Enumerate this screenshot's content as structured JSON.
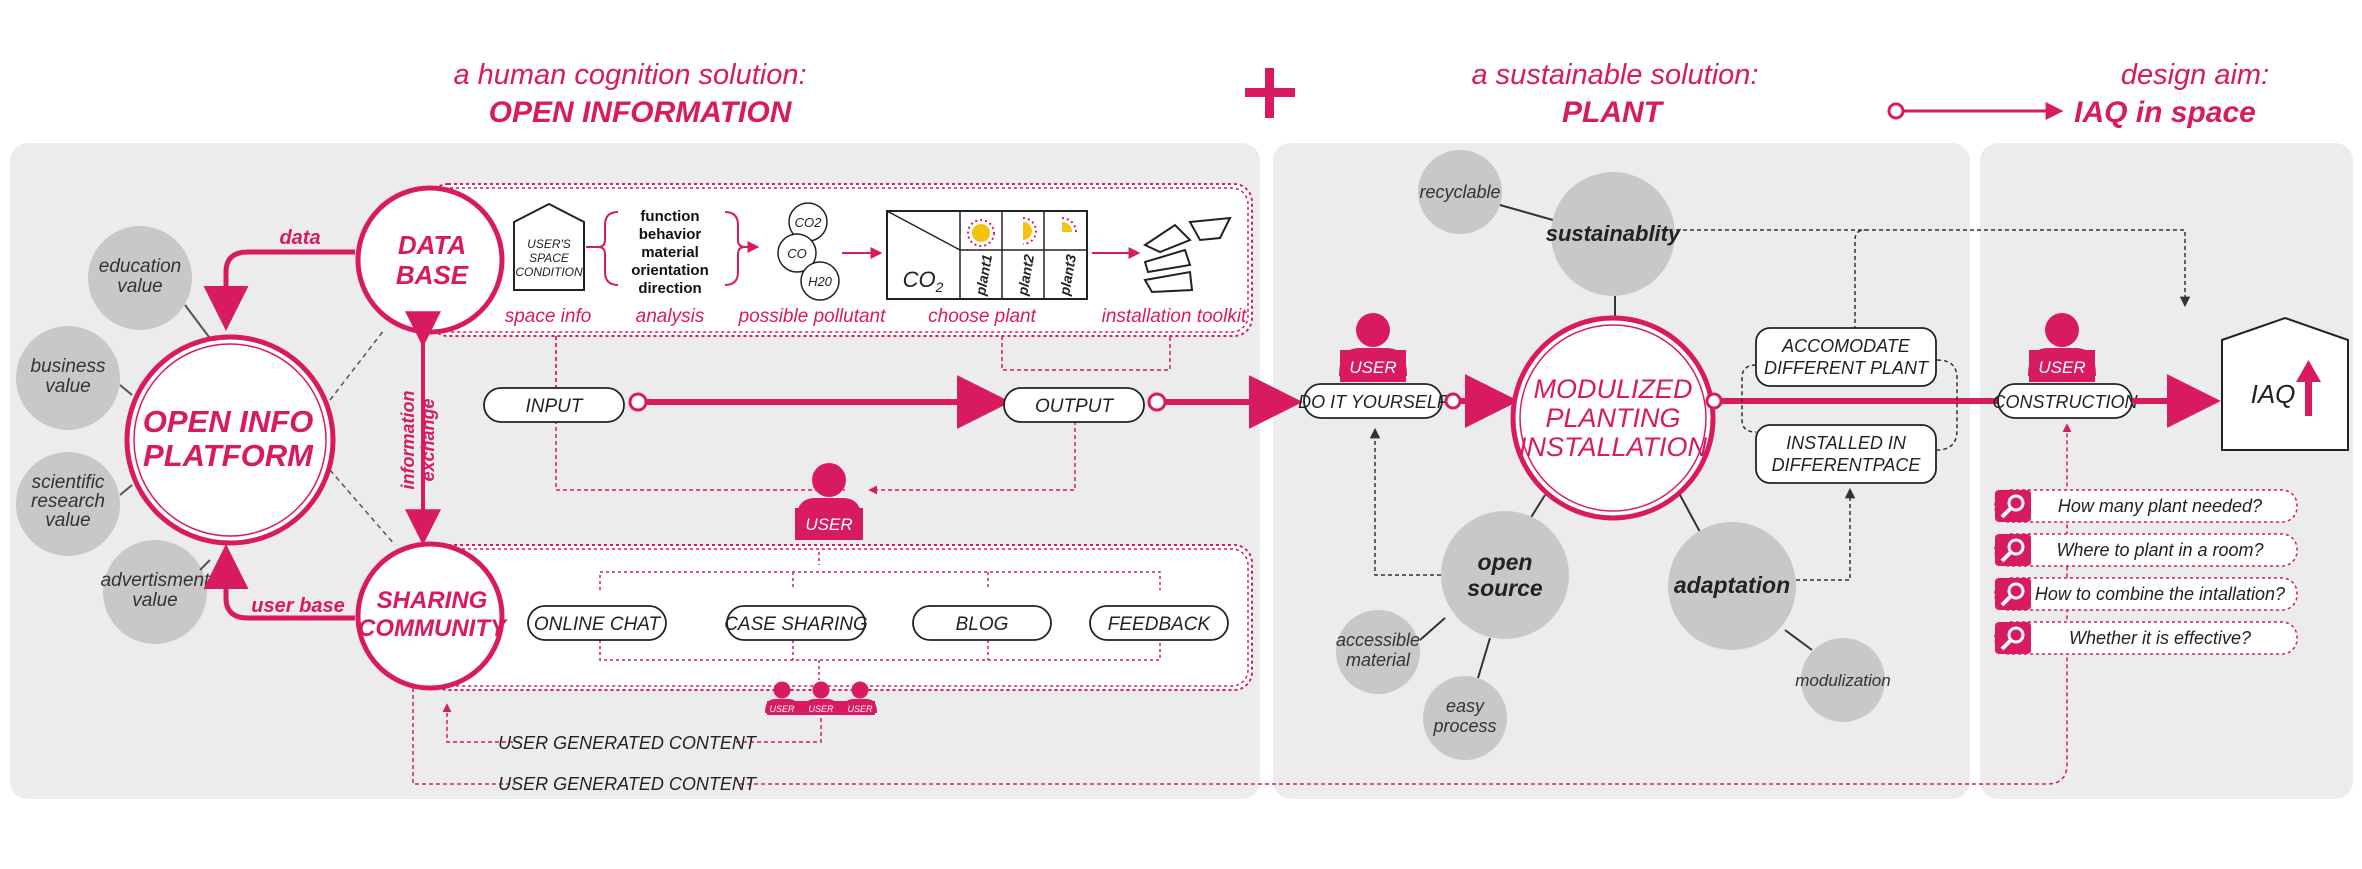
{
  "colors": {
    "accent": "#d81b60",
    "panel": "#ececec",
    "bubble": "#c8c8c8",
    "ink": "#222222"
  },
  "headers": {
    "left_sub": "a human cognition solution:",
    "left_main": "OPEN INFORMATION",
    "plus": "+",
    "mid_sub": "a sustainable solution:",
    "mid_main": "PLANT",
    "right_sub": "design aim:",
    "right_main": "IAQ  in space"
  },
  "left": {
    "values": [
      "education value",
      "business value",
      "scientific research value",
      "advertisment value"
    ],
    "platform": "OPEN INFO PLATFORM",
    "database": "DATA BASE",
    "community": "SHARING COMMUNITY",
    "data_label": "data",
    "userbase_label": "user base",
    "exchange_label": "information exchange",
    "space_box": "USER'S SPACE CONDITION",
    "analysis_items": [
      "function",
      "behavior",
      "material",
      "orientation",
      "direction"
    ],
    "pollutants": [
      "CO2",
      "CO",
      "H20"
    ],
    "plant_cols": [
      "plant1",
      "plant2",
      "plant3"
    ],
    "co2_cell": "CO2",
    "step_labels": [
      "space info",
      "analysis",
      "possible pollutant",
      "choose plant",
      "installation toolkit"
    ],
    "input": "INPUT",
    "output": "OUTPUT",
    "user": "USER",
    "share_items": [
      "ONLINE CHAT",
      "CASE SHARING",
      "BLOG",
      "FEEDBACK"
    ],
    "ugc1": "USER GENERATED CONTENT",
    "ugc2": "USER GENERATED CONTENT"
  },
  "middle": {
    "recyclable": "recyclable",
    "sustainability": "sustainablity",
    "diy_user": "USER",
    "diy": "DO IT YOURSELF",
    "modulized": "MODULIZED PLANTING INSTALLATION",
    "accommodate": "ACCOMODATE DIFFERENT PLANT",
    "installed": "INSTALLED IN DIFFERENTPACE",
    "open_source": "open source",
    "adaptation": "adaptation",
    "accessible": "accessible material",
    "easy": "easy process",
    "modulization": "modulization"
  },
  "right": {
    "user": "USER",
    "construction": "CONSTRUCTION",
    "iaq": "IAQ",
    "questions": [
      "How many plant needed?",
      "Where to plant in a room?",
      "How to combine the intallation?",
      "Whether it is effective?"
    ]
  }
}
